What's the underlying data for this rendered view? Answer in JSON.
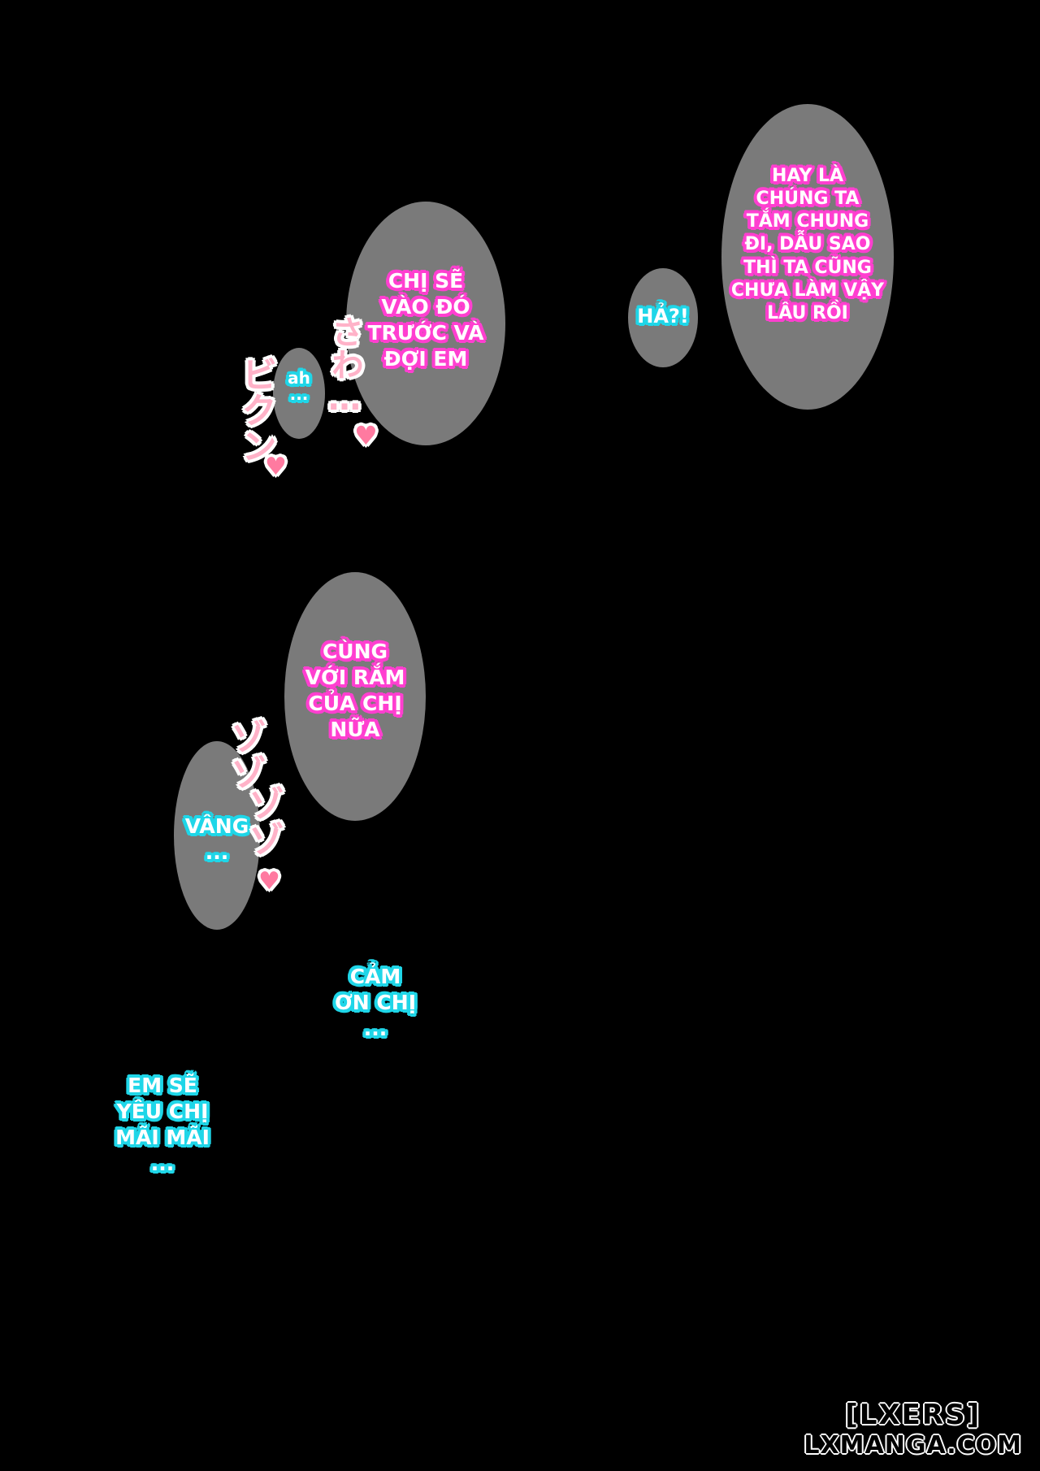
{
  "bubbles": {
    "b1": "HAY LÀ\nCHÚNG TA\nTẮM CHUNG\nĐI, DẪU SAO\nTHÌ TA CŨNG\nCHƯA LÀM VẬY\nLÂU RỒI",
    "b2": "HẢ?!",
    "b3": "CHỊ SẼ\nVÀO ĐÓ\nTRƯỚC VÀ\nĐỢI EM",
    "b4": "ah\n...",
    "b5": "CÙNG\nVỚI RẮM\nCỦA CHỊ\nNỮA",
    "b6": "VÂNG\n...",
    "b7": "CẢM\nƠN CHỊ\n...",
    "b8": "EM SẼ\nYÊU CHỊ\nMÃI MÃI\n..."
  },
  "sfx": {
    "s1": "さわ…",
    "s2": "ビクン",
    "s3": "ゾゾ",
    "s4": "ゾゾ"
  },
  "hearts": {
    "h1": "♥",
    "h2": "♥",
    "h3": "♥"
  },
  "watermark": {
    "top": "[LXERS]",
    "bottom": "LXMANGA.COM"
  }
}
